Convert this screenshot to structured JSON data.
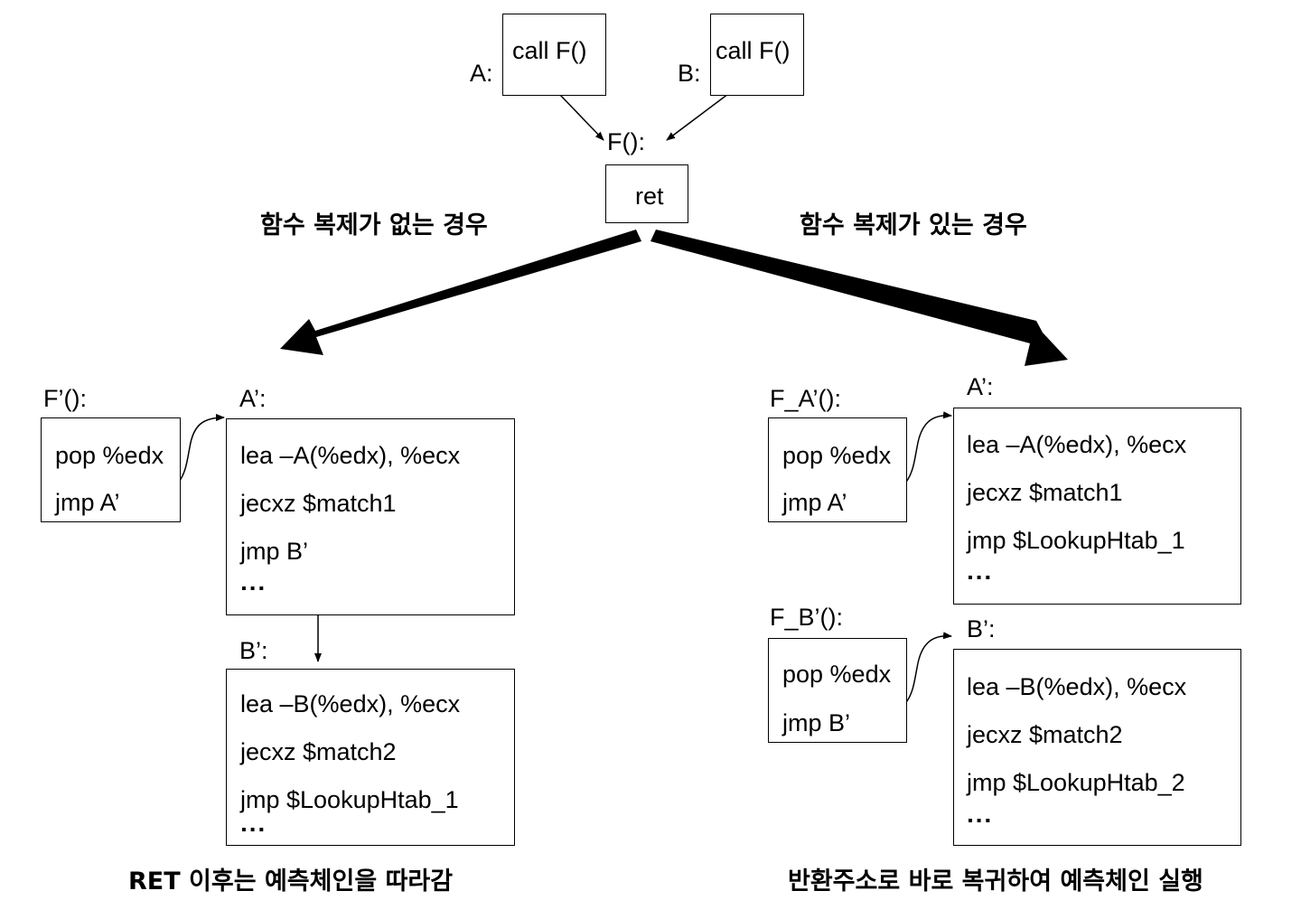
{
  "top": {
    "caller_a": {
      "label": "A:",
      "code": "call F()"
    },
    "caller_b": {
      "label": "B:",
      "code": "call F()"
    },
    "callee": {
      "label": "F():",
      "code": "ret"
    }
  },
  "branch_labels": {
    "left": "함수 복제가 없는 경우",
    "right": "함수 복제가 있는 경우"
  },
  "left": {
    "stub": {
      "label": "F’():",
      "lines": [
        "pop %edx",
        "jmp A’"
      ]
    },
    "a_block": {
      "label": "A’:",
      "lines": [
        "lea –A(%edx), %ecx",
        "jecxz $match1",
        "jmp B’"
      ],
      "ellipsis": "▪▪▪"
    },
    "b_block": {
      "label": "B’:",
      "lines": [
        "lea –B(%edx), %ecx",
        "jecxz $match2",
        "jmp $LookupHtab_1"
      ],
      "ellipsis": "▪▪▪"
    },
    "caption": "RET 이후는 예측체인을 따라감"
  },
  "right": {
    "stub_a": {
      "label": "F_A’():",
      "lines": [
        "pop %edx",
        "jmp A’"
      ]
    },
    "a_block": {
      "label": "A’:",
      "lines": [
        "lea –A(%edx), %ecx",
        "jecxz $match1",
        "jmp $LookupHtab_1"
      ],
      "ellipsis": "▪▪▪"
    },
    "stub_b": {
      "label": "F_B’():",
      "lines": [
        "pop %edx",
        "jmp B’"
      ]
    },
    "b_block": {
      "label": "B’:",
      "lines": [
        "lea –B(%edx), %ecx",
        "jecxz $match2",
        "jmp $LookupHtab_2"
      ],
      "ellipsis": "▪▪▪"
    },
    "caption": "반환주소로 바로 복귀하여 예측체인 실행"
  }
}
